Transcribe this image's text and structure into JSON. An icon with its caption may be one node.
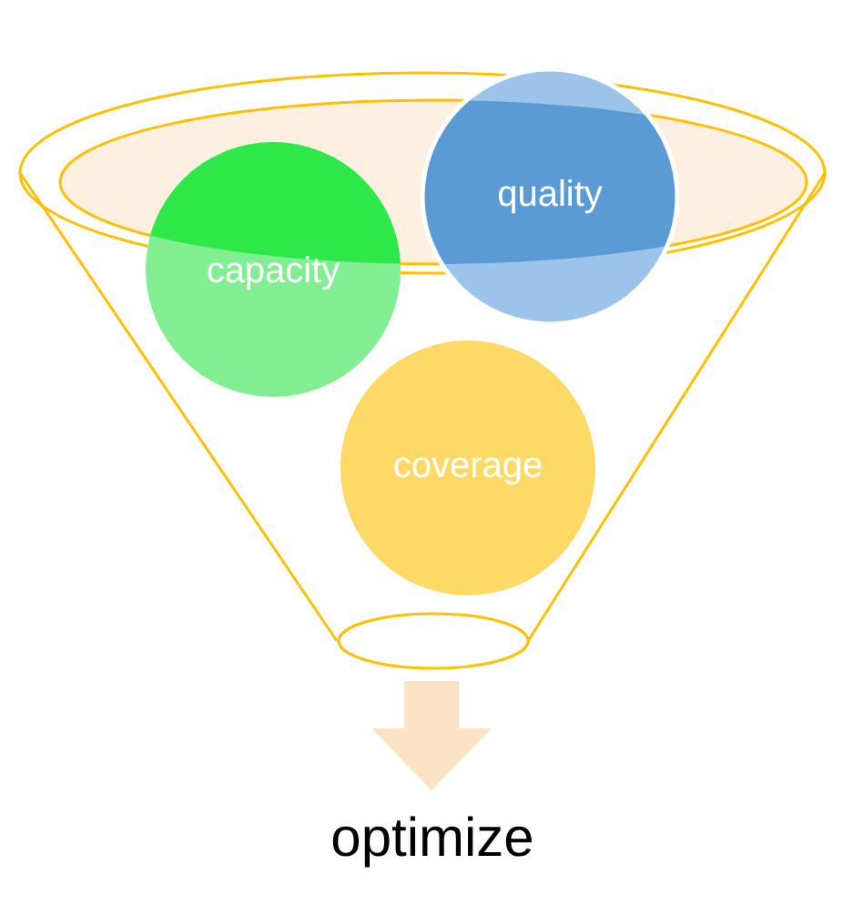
{
  "diagram": {
    "nodes": [
      {
        "text": [],
        "shape": "funnel"
      },
      {
        "text": [
          "capacity"
        ],
        "in": 0
      },
      {
        "text": [
          "quality"
        ],
        "in": 0
      },
      {
        "text": [
          "coverage"
        ],
        "in": 0
      },
      {
        "text": [
          "optimize"
        ]
      }
    ],
    "edges": [
      {
        "from": 0,
        "to": 4,
        "arrow": "to"
      }
    ]
  }
}
